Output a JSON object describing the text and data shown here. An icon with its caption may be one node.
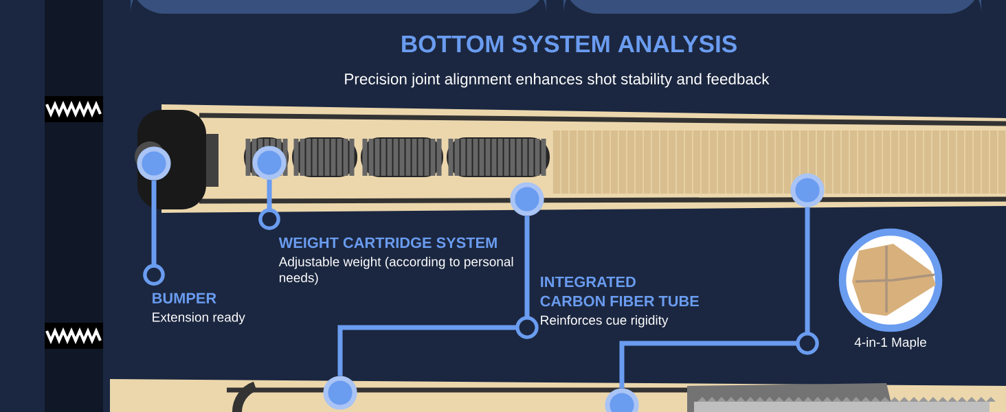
{
  "diagram": {
    "title": "BOTTOM SYSTEM ANALYSIS",
    "nodes": [
      {
        "text": [
          "BUMPER",
          "Extension ready"
        ]
      },
      {
        "text": [
          "WEIGHT CARTRIDGE SYSTEM",
          "Adjustable weight (according to personal needs)"
        ]
      },
      {
        "text": [
          "INTEGRATED CARBON FIBER TUBE",
          "Reinforces cue rigidity"
        ]
      },
      {
        "text": [],
        "shape": "circle"
      },
      {
        "text": [],
        "shape": "circle"
      },
      {
        "text": [],
        "shape": "circle"
      },
      {
        "text": [],
        "shape": "circle"
      },
      {
        "text": [],
        "shape": "circle"
      },
      {
        "text": [],
        "shape": "circle"
      }
    ],
    "edges": [
      {
        "from": 0,
        "to": 3,
        "arrow": "other"
      },
      {
        "from": 1,
        "to": 4,
        "arrow": "other"
      },
      {
        "from": 6,
        "to": 5,
        "arrow": "none"
      },
      {
        "from": 8,
        "to": 7,
        "arrow": "none"
      }
    ],
    "labels": [
      "Precision joint alignment enhances shot stability and feedback",
      "4-in-1 Maple"
    ]
  }
}
